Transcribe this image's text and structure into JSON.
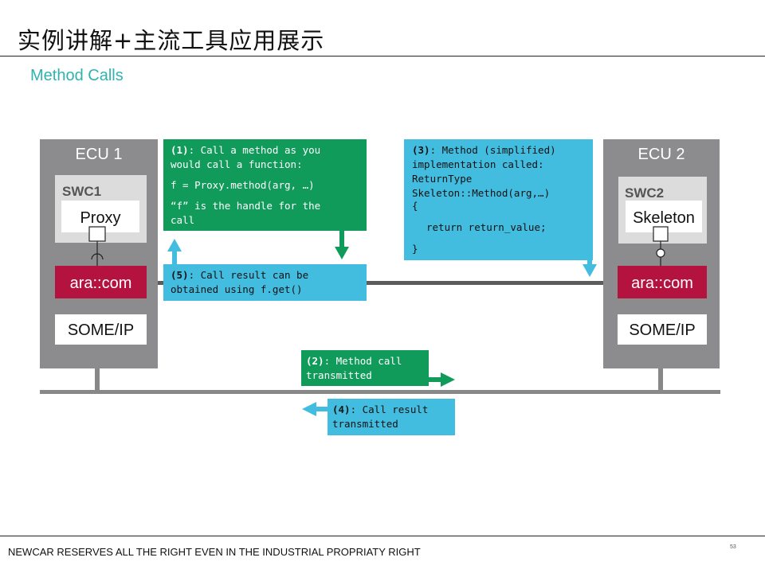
{
  "slide": {
    "title": "实例讲解+主流工具应用展示",
    "subtitle": "Method Calls",
    "footer": "NEWCAR RESERVES ALL THE RIGHT EVEN IN THE INDUSTRIAL PROPRIATY RIGHT",
    "page_number": "53"
  },
  "diagram": {
    "ecu1": {
      "title": "ECU 1",
      "swc": "SWC1",
      "component": "Proxy",
      "middleware": "ara::com",
      "transport": "SOME/IP"
    },
    "ecu2": {
      "title": "ECU 2",
      "swc": "SWC2",
      "component": "Skeleton",
      "middleware": "ara::com",
      "transport": "SOME/IP"
    },
    "step1": {
      "num": "(1)",
      "line1": ": Call a method as you",
      "line2": "would call a function:",
      "line3": "f = Proxy.method(arg, …)",
      "line4": "“f” is the handle for the",
      "line5": "call"
    },
    "step2": {
      "num": "(2)",
      "line1": ": Method call",
      "line2": "transmitted"
    },
    "step3": {
      "num": "(3)",
      "line1": ": Method (simplified)",
      "line2": "implementation called:",
      "line3": "ReturnType",
      "line4": "Skeleton::Method(arg,…)",
      "line5": "{",
      "line6": "return return_value;",
      "line7": "}"
    },
    "step4": {
      "num": "(4)",
      "line1": ": Call result",
      "line2": "transmitted"
    },
    "step5": {
      "num": "(5)",
      "line1": ": Call result can be",
      "line2": "obtained using f.get()"
    }
  },
  "colors": {
    "ecu_gray": "#8c8c8e",
    "swc_light": "#dcdcdc",
    "ara_red": "#b4133f",
    "green": "#119b5a",
    "blue": "#42bde0",
    "bus_gray": "#888888",
    "subtitle_teal": "#2fb3b0"
  }
}
